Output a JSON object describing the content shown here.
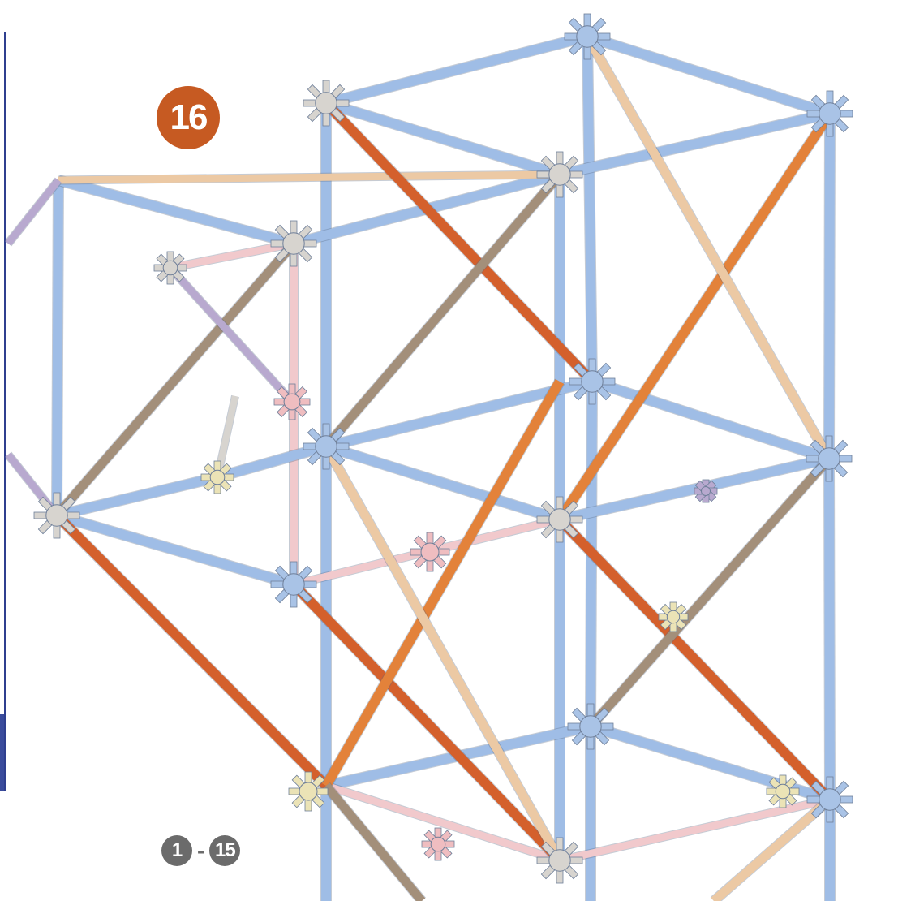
{
  "step": {
    "number": "16",
    "color": "#c65a22"
  },
  "range": {
    "from": "1",
    "separator": "-",
    "to": "15"
  },
  "colors": {
    "frame": "#2f3f8f",
    "rod_blue": "#9fbde6",
    "rod_orange": "#e3823a",
    "rod_red_orange": "#d4602c",
    "rod_tan": "#ecc9a4",
    "rod_brown": "#a38f7a",
    "rod_pink": "#f1c9cc",
    "rod_purple": "#b8a9cf",
    "connector_blue": "#a9c3e6",
    "connector_gray": "#d7d4cf",
    "connector_pink": "#efbdc0",
    "connector_yellow": "#ebe3b6"
  }
}
